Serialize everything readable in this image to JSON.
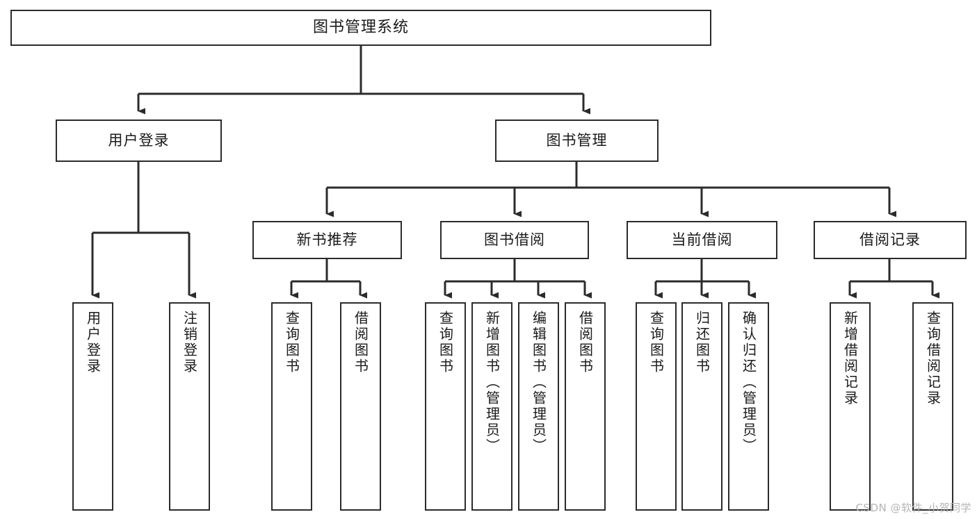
{
  "diagram": {
    "title": "图书管理系统",
    "watermark": "CSDN @软件_小贺同学",
    "colors": {
      "background": "#ffffff",
      "node_border": "#2b2b2b",
      "node_fill": "#ffffff",
      "text": "#1a1a1a",
      "connector": "#2b2b2b",
      "watermark": "#b4b4b4"
    },
    "root": {
      "label": "图书管理系统"
    },
    "level2": [
      {
        "label": "用户登录"
      },
      {
        "label": "图书管理"
      }
    ],
    "level3": [
      {
        "label": "新书推荐"
      },
      {
        "label": "图书借阅"
      },
      {
        "label": "当前借阅"
      },
      {
        "label": "借阅记录"
      }
    ],
    "leaves": {
      "user_login": [
        {
          "label": "用户登录"
        },
        {
          "label": "注销登录"
        }
      ],
      "new_book_recommend": [
        {
          "label": "查询图书"
        },
        {
          "label": "借阅图书"
        }
      ],
      "book_borrow": [
        {
          "label": "查询图书"
        },
        {
          "label": "新增图书（管理员）"
        },
        {
          "label": "编辑图书（管理员）"
        },
        {
          "label": "借阅图书"
        }
      ],
      "current_borrow": [
        {
          "label": "查询图书"
        },
        {
          "label": "归还图书"
        },
        {
          "label": "确认归还（管理员）"
        }
      ],
      "borrow_record": [
        {
          "label": "新增借阅记录"
        },
        {
          "label": "查询借阅记录"
        }
      ]
    }
  }
}
